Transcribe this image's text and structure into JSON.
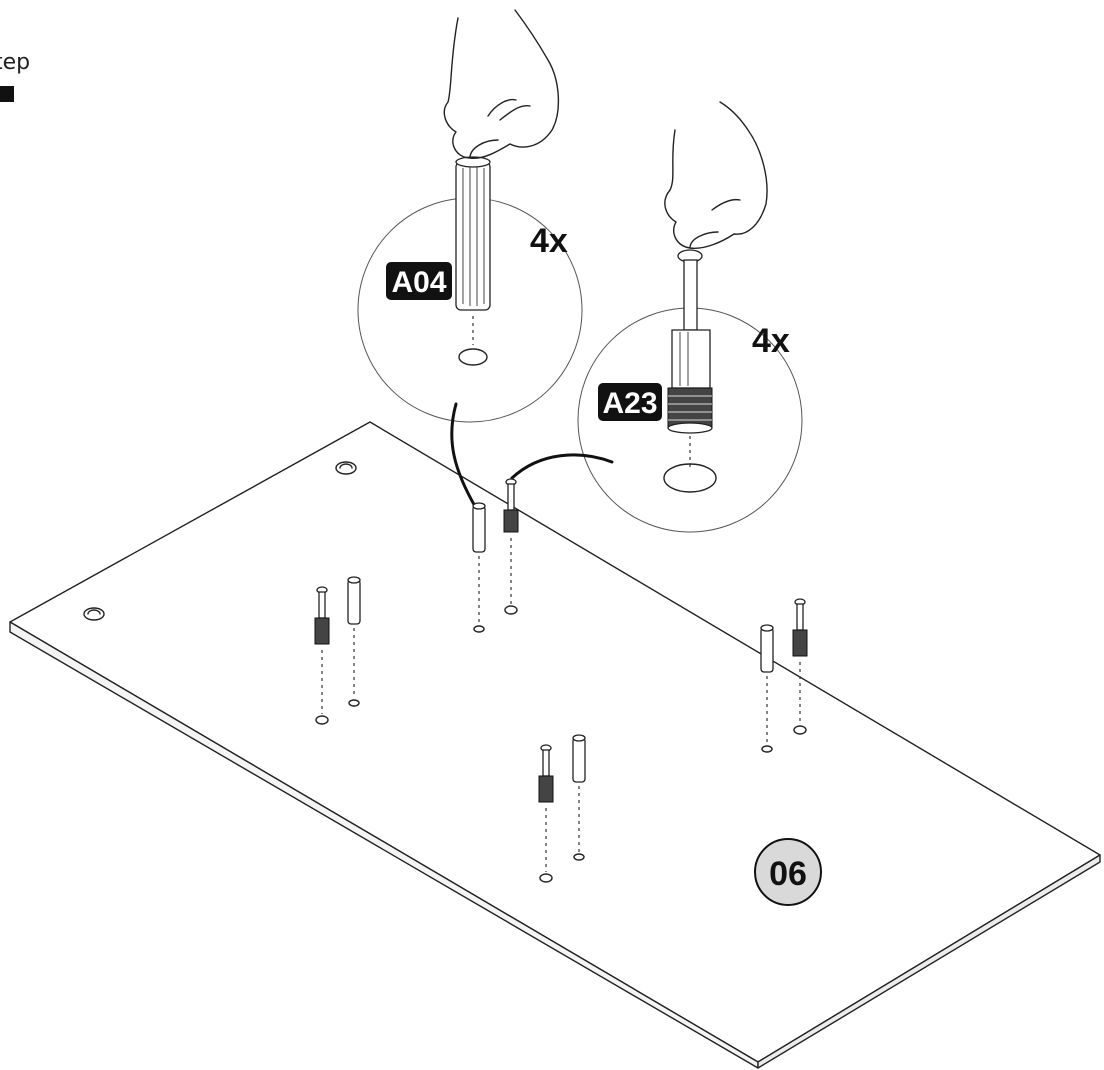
{
  "corner": {
    "text": "tep"
  },
  "parts": [
    {
      "code": "A04",
      "qty": "4x",
      "name": "wooden dowel"
    },
    {
      "code": "A23",
      "qty": "4x",
      "name": "cam bolt"
    }
  ],
  "step": {
    "number": "06"
  }
}
